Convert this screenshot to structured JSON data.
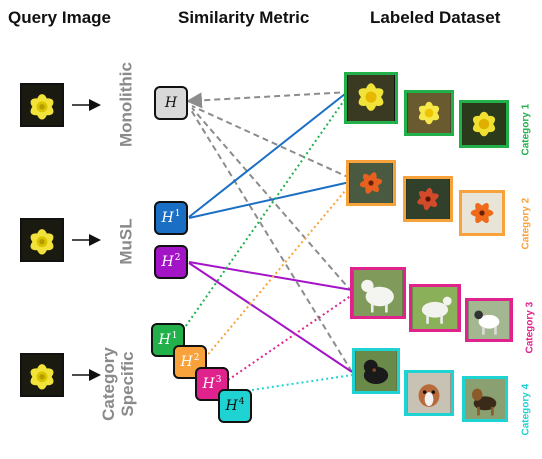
{
  "headers": {
    "query": "Query Image",
    "metric": "Similarity Metric",
    "dataset": "Labeled Dataset"
  },
  "rows": {
    "monolithic": "Monolithic",
    "musl": "MuSL",
    "category_specific_1": "Category",
    "category_specific_2": "Specific"
  },
  "metrics": {
    "H": "H",
    "H1_base": "H",
    "H1_sup": "1",
    "H2_base": "H",
    "H2_sup": "2",
    "C1_base": "H",
    "C1_sup": "1",
    "C2_base": "H",
    "C2_sup": "2",
    "C3_base": "H",
    "C3_sup": "3",
    "C4_base": "H",
    "C4_sup": "4"
  },
  "categories": [
    {
      "label": "Category 1",
      "color": "#22b04b"
    },
    {
      "label": "Category 2",
      "color": "#f7a23a"
    },
    {
      "label": "Category 3",
      "color": "#e0238c"
    },
    {
      "label": "Category 4",
      "color": "#1fd3d3"
    }
  ],
  "colors": {
    "monolithic_box": "#d9d9d9",
    "musl_h1": "#1a6fc4",
    "musl_h2": "#a414c7",
    "gray_line": "#8c8c8c"
  }
}
